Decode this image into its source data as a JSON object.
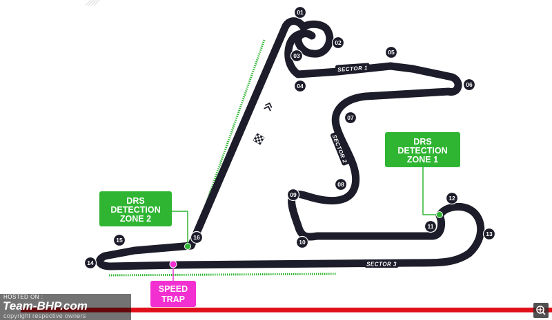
{
  "colors": {
    "track": "#1c1c2a",
    "sector1": "#e1061e",
    "sector2": "#39a7dc",
    "sector3": "#f5cf1d",
    "drs_zone": "#2fb532",
    "speed_trap": "#f22fd0",
    "footer_bar": "#e0101a"
  },
  "sectors": [
    {
      "id": "s1",
      "label": "SECTOR 1"
    },
    {
      "id": "s2",
      "label": "SECTOR 2"
    },
    {
      "id": "s3",
      "label": "SECTOR 3"
    }
  ],
  "turns": [
    "01",
    "02",
    "03",
    "04",
    "05",
    "06",
    "07",
    "08",
    "09",
    "10",
    "11",
    "12",
    "13",
    "14",
    "15",
    "16"
  ],
  "drs_detection_zones": [
    {
      "id": "z1",
      "lines": [
        "DRS",
        "DETECTION",
        "ZONE 1"
      ]
    },
    {
      "id": "z2",
      "lines": [
        "DRS",
        "DETECTION",
        "ZONE 2"
      ]
    }
  ],
  "speed_trap": {
    "lines": [
      "SPEED",
      "TRAP"
    ]
  },
  "icons": [
    "chevrons-icon",
    "checkered-flag-icon",
    "zoom-icon"
  ],
  "watermark": {
    "hosted_on": "HOSTED ON :",
    "brand": "Team-BHP.com",
    "copyright": "copyright respective owners"
  }
}
